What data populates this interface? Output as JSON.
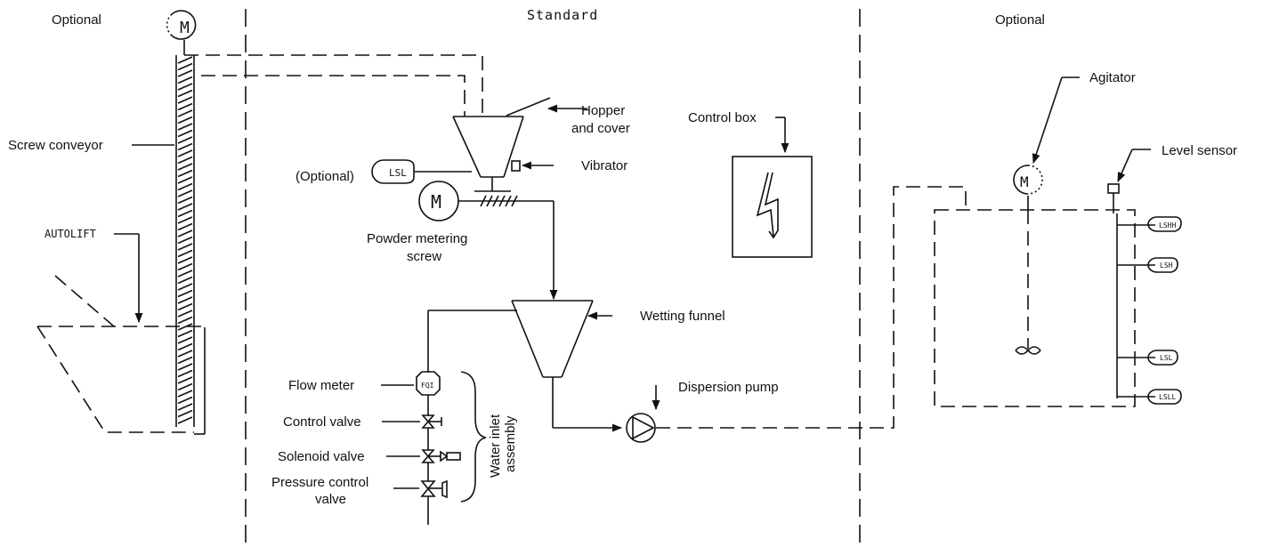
{
  "sections": {
    "left": "Optional",
    "center": "Standard",
    "right": "Optional"
  },
  "labels": {
    "screw_conveyor": "Screw conveyor",
    "autolift": "AUTOLIFT",
    "hopper_line1": "Hopper",
    "hopper_line2": "and cover",
    "vibrator": "Vibrator",
    "optional_tag": "(Optional)",
    "powder_line1": "Powder metering",
    "powder_line2": "screw",
    "control_box": "Control box",
    "wetting_funnel": "Wetting funnel",
    "dispersion_pump": "Dispersion pump",
    "flow_meter": "Flow meter",
    "control_valve": "Control valve",
    "solenoid_valve": "Solenoid valve",
    "pressure_line1": "Pressure control",
    "pressure_line2": "valve",
    "water_line1": "Water inlet",
    "water_line2": "assembly",
    "agitator": "Agitator",
    "level_sensor": "Level sensor"
  },
  "symbols": {
    "motor": "M",
    "lsl": "LSL",
    "flow_meter_tag": "FQI",
    "tank_lshh": "LSHH",
    "tank_lsh": "LSH",
    "tank_lsl": "LSL",
    "tank_lsll": "LSLL"
  },
  "icons": {
    "motor": "motor-icon",
    "lightning": "lightning-icon",
    "pump": "pump-icon",
    "valve": "valve-icon",
    "agitator_blade": "agitator-blade-icon"
  }
}
